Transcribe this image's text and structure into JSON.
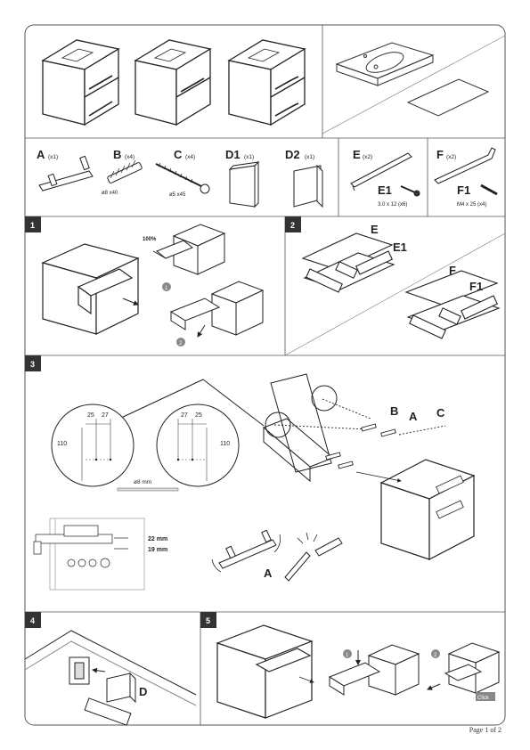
{
  "parts": [
    {
      "code": "A",
      "qty": "(x1)",
      "spec": ""
    },
    {
      "code": "B",
      "qty": "(x4)",
      "spec": "ø8 x40"
    },
    {
      "code": "C",
      "qty": "(x4)",
      "spec": "ø5 x45"
    },
    {
      "code": "D1",
      "qty": "(x1)",
      "spec": ""
    },
    {
      "code": "D2",
      "qty": "(x1)",
      "spec": ""
    },
    {
      "code": "E",
      "qty": "(x2)",
      "spec": ""
    },
    {
      "code": "E1",
      "qty": "",
      "spec": "3.0 x 12 (x6)"
    },
    {
      "code": "F",
      "qty": "(x2)",
      "spec": ""
    },
    {
      "code": "F1",
      "qty": "",
      "spec": "M4 x 25 (x4)"
    }
  ],
  "steps": {
    "s1": {
      "number": "1",
      "pull_label": "100%",
      "sub1": "1",
      "sub2": "2"
    },
    "s2": {
      "number": "2",
      "label_e": "E",
      "label_e1": "E1",
      "label_f": "F",
      "label_f1": "F1"
    },
    "s3": {
      "number": "3",
      "dim_left_a": "25",
      "dim_left_b": "27",
      "dim_left_h": "110",
      "dim_right_a": "27",
      "dim_right_b": "25",
      "dim_right_h": "110",
      "drill": "ø8 mm",
      "label_b": "B",
      "label_a": "A",
      "label_c": "C",
      "adj_v": "22 mm",
      "adj_h": "19 mm",
      "label_a2": "A"
    },
    "s4": {
      "number": "4",
      "label_d": "D"
    },
    "s5": {
      "number": "5",
      "sub1": "1",
      "sub2": "2",
      "click": "Click"
    }
  },
  "footer": "Page 1 of 2"
}
